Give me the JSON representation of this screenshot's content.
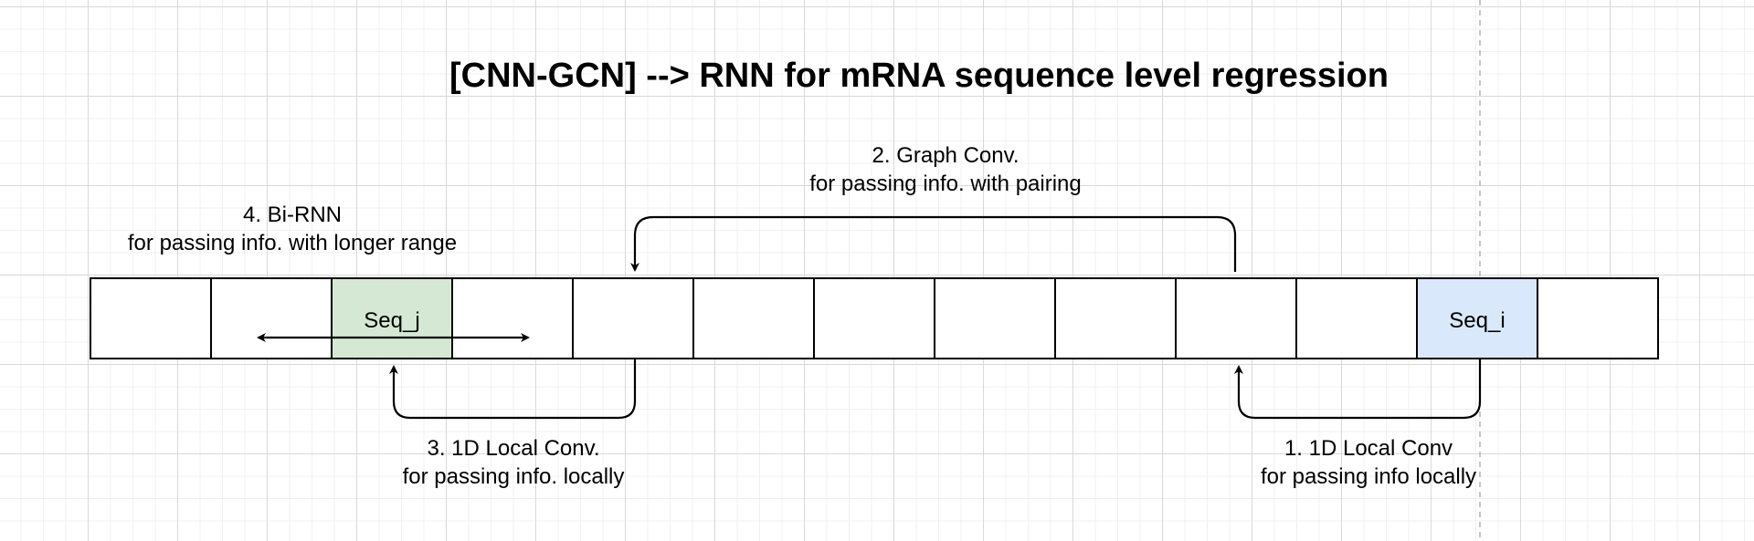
{
  "title": "[CNN-GCN] --> RNN for mRNA sequence level regression",
  "cells": {
    "count": 13,
    "seq_j": {
      "label": "Seq_j",
      "fill": "#d5e8d4"
    },
    "seq_i": {
      "label": "Seq_i",
      "fill": "#dae8fc"
    }
  },
  "annotations": {
    "graph_conv": {
      "line1": "2.  Graph Conv.",
      "line2": "for passing info. with pairing"
    },
    "bi_rnn": {
      "line1": "4.  Bi-RNN",
      "line2": "for passing info. with longer range"
    },
    "local_conv_3": {
      "line1": "3.  1D Local Conv.",
      "line2": "for passing info. locally"
    },
    "local_conv_1": {
      "line1": "1.  1D Local Conv",
      "line2": "for passing info locally"
    }
  },
  "colors": {
    "stroke": "#000000",
    "grid": "#d9d9d9",
    "guide": "#b3b3b3"
  }
}
